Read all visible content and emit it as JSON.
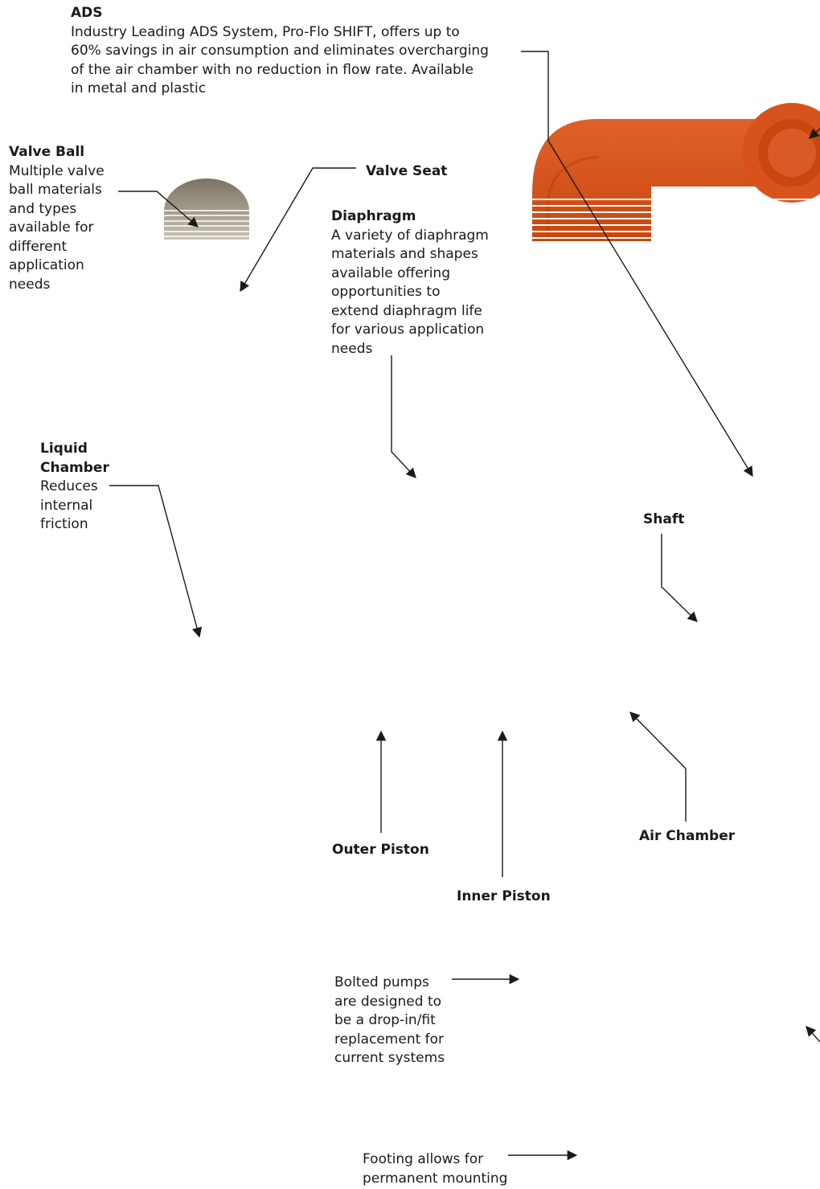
{
  "labels": {
    "ads": {
      "title": "ADS",
      "lines": [
        "Industry Leading ADS System, Pro-Flo SHIFT, offers up to",
        "60% savings in air consumption and eliminates overcharging",
        "of the air chamber with no reduction in flow rate. Available",
        "in metal and plastic"
      ]
    },
    "valve_ball": {
      "title": "Valve Ball",
      "lines": [
        "Multiple valve",
        "ball materials",
        "and types",
        "available for",
        "different",
        "application",
        "needs"
      ]
    },
    "valve_seat": {
      "title": "Valve Seat"
    },
    "diaphragm": {
      "title": "Diaphragm",
      "lines": [
        "A variety of diaphragm",
        "materials and shapes",
        "available offering",
        "opportunities to",
        "extend diaphragm life",
        "for various application",
        "needs"
      ]
    },
    "liquid_chamber": {
      "title_lines": [
        "Liquid",
        "Chamber"
      ],
      "lines": [
        "Reduces",
        "internal",
        "friction"
      ]
    },
    "shaft": {
      "title": "Shaft"
    },
    "air_chamber": {
      "title": "Air Chamber"
    },
    "outer_piston": {
      "title": "Outer Piston"
    },
    "inner_piston": {
      "title": "Inner Piston"
    },
    "bolted": {
      "lines": [
        "Bolted pumps",
        "are designed to",
        "be a drop-in/fit",
        "replacement for",
        "current systems"
      ]
    },
    "footing": {
      "lines": [
        "Footing allows for",
        "permanent mounting"
      ]
    }
  },
  "colors": {
    "manifold": "#d8531c",
    "manifold_shade": "#b23f10",
    "ball": "#8a8070",
    "leader": "#1a1a1a"
  }
}
